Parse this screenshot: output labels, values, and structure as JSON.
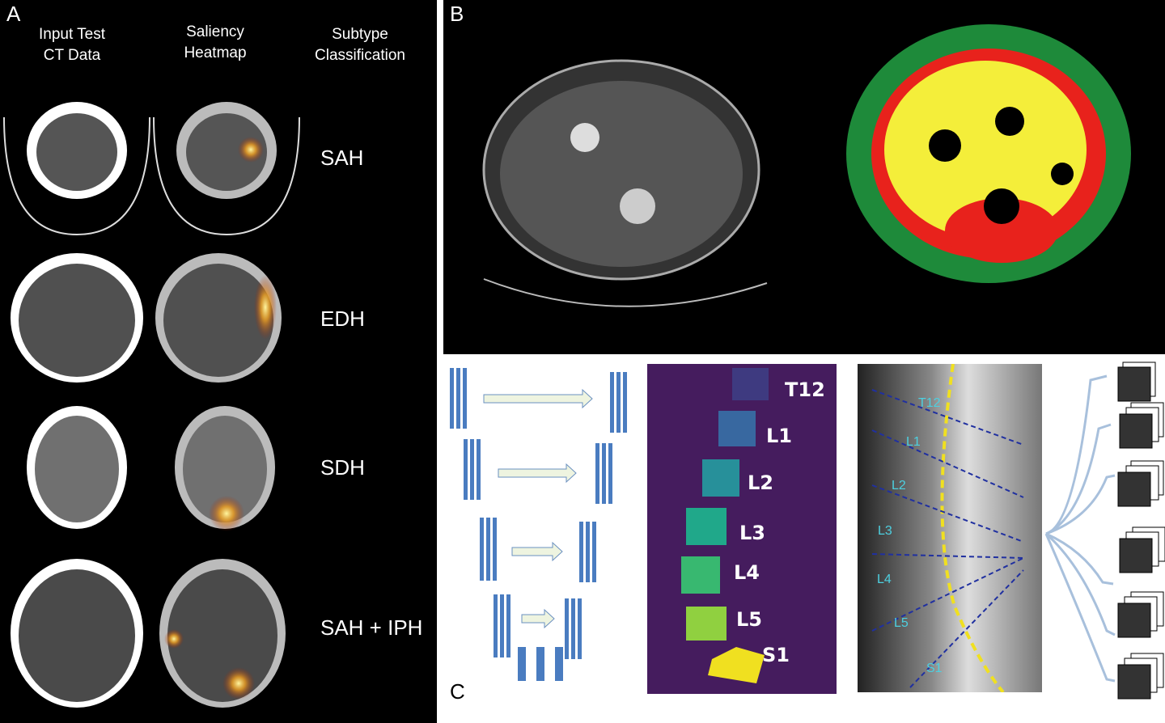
{
  "panels": {
    "a": "A",
    "b": "B",
    "c": "C"
  },
  "panel_a": {
    "headers": [
      "Input Test\nCT Data",
      "Saliency\nHeatmap",
      "Subtype\nClassification"
    ],
    "rows": [
      "SAH",
      "EDH",
      "SDH",
      "SAH + IPH"
    ]
  },
  "panel_c": {
    "vertebrae": [
      "T12",
      "L1",
      "L2",
      "L3",
      "L4",
      "L5",
      "S1"
    ],
    "mri_labels": [
      "T12",
      "L1",
      "L2",
      "L3",
      "L4",
      "L5",
      "S1"
    ]
  },
  "colors": {
    "purple": "#451c5e",
    "green": "#1e8a3a",
    "red": "#e8221c",
    "yellow": "#f4ee3a"
  }
}
